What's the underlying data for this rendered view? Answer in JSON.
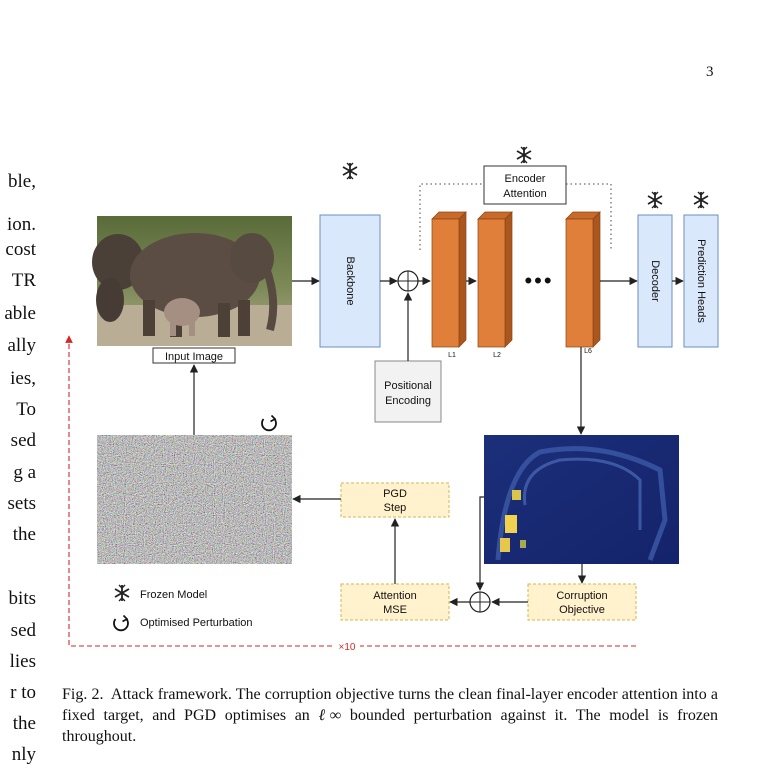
{
  "page": {
    "number": "3"
  },
  "left_column_fragments": [
    "ble,",
    "ion.",
    "cost",
    "TR",
    "able",
    "ally",
    "ies,",
    "To",
    "sed",
    "g a",
    "sets",
    "the",
    "bits",
    "sed",
    "lies",
    "r to",
    "the",
    "nly"
  ],
  "figure": {
    "input_image_label": "Input Image",
    "backbone_label": "Backbone",
    "encoder_attention_label": [
      "Encoder",
      "Attention"
    ],
    "positional_encoding_label": [
      "Positional",
      "Encoding"
    ],
    "layer_labels": [
      "L1",
      "L2",
      "L6"
    ],
    "ellipsis": "•••",
    "decoder_label": "Decoder",
    "prediction_heads_label": "Prediction Heads",
    "pgd_step_label": [
      "PGD",
      "Step"
    ],
    "attention_mse_label": [
      "Attention",
      "MSE"
    ],
    "corruption_objective_label": [
      "Corruption",
      "Objective"
    ],
    "loop_label": "×10",
    "legend": {
      "frozen_model": "Frozen Model",
      "optimised_perturbation": "Optimised Perturbation"
    },
    "colors": {
      "blue_box": "#dae8fc",
      "blue_border": "#6c8ebf",
      "orange_layer": "#e07f3a",
      "yellow_box": "#fff2cc",
      "red_loop": "#d62728"
    },
    "icons": [
      "snowflake-icon",
      "refresh-icon"
    ]
  },
  "caption": {
    "prefix": "Fig. 2.",
    "line1": "Attack framework. The corruption objective turns the clean final-layer",
    "line2a": "encoder attention into a fixed target, and PGD optimises an",
    "line2_symbol": "ℓ∞",
    "line2b": "bounded",
    "line3": "perturbation against it. The model is frozen throughout."
  }
}
